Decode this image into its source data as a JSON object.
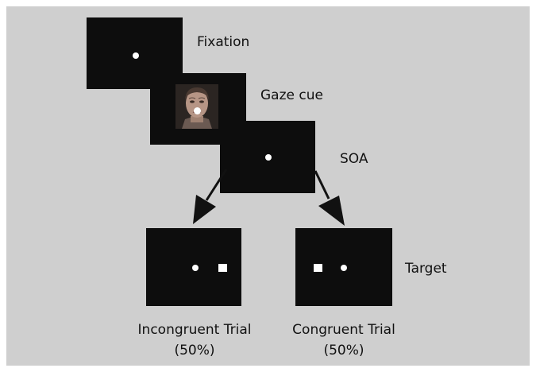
{
  "steps": {
    "fixation": "Fixation",
    "gaze_cue": "Gaze cue",
    "soa": "SOA",
    "target": "Target"
  },
  "trials": {
    "incongruent": {
      "label": "Incongruent Trial",
      "percent": "(50%)"
    },
    "congruent": {
      "label": "Congruent Trial",
      "percent": "(50%)"
    }
  },
  "colors": {
    "background": "#cfcfcf",
    "screen": "#0d0d0d",
    "stimulus": "#ffffff"
  }
}
